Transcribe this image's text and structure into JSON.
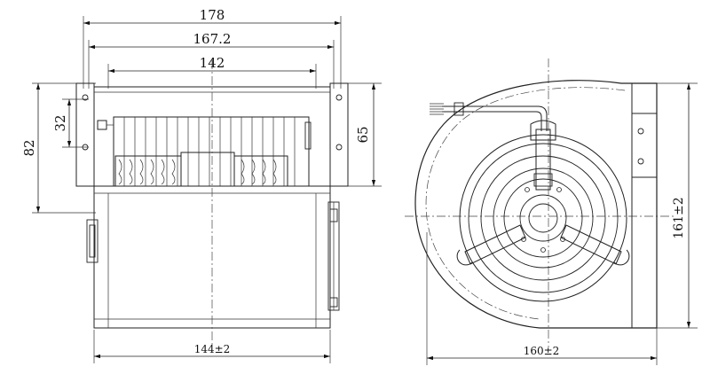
{
  "left_view": {
    "dim_178": "178",
    "dim_167_2": "167.2",
    "dim_142": "142",
    "dim_82": "82",
    "dim_32": "32",
    "dim_65": "65",
    "dim_144": "144±2"
  },
  "right_view": {
    "dim_160": "160±2",
    "dim_161": "161±2"
  }
}
